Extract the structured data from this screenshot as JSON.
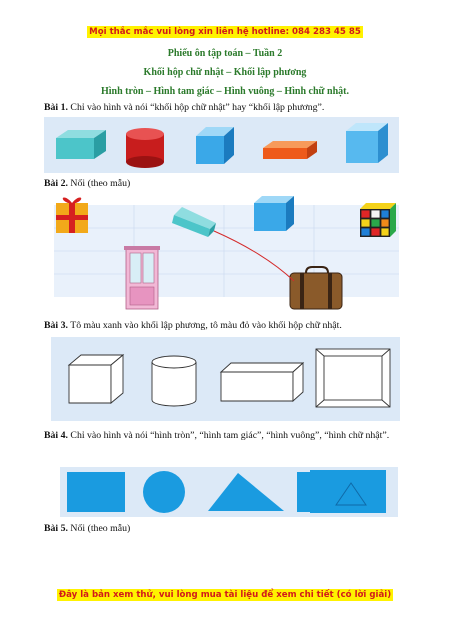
{
  "banner_top": "Mọi thắc mắc vui lòng xin liên hệ hotline: 084 283 45 85",
  "title": {
    "line1": "Phiếu ôn tập toán – Tuần 2",
    "line2": "Khối hộp chữ nhật – Khối lập phương",
    "line3": "Hình tròn – Hình tam giác – Hình vuông – Hình chữ nhật."
  },
  "exercises": [
    {
      "label": "Bài 1",
      "sep": ".",
      "text": " Chỉ vào hình và nói “khối hộp chữ nhật” hay “khối lập phương”."
    },
    {
      "label": "Bài 2",
      "sep": ".",
      "text": " Nối (theo mẫu)"
    },
    {
      "label": "Bài 3.",
      "sep": "",
      "text": " Tô màu xanh vào khối lập phương, tô màu đỏ vào khối hộp chữ nhật."
    },
    {
      "label": "Bài 4",
      "sep": ".",
      "text": " Chỉ vào hình và nói “hình tròn”, “hình tam giác”, “hình vuông”, “hình chữ nhật”."
    },
    {
      "label": "Bài 5",
      "sep": ".",
      "text": " Nối (theo mẫu)"
    }
  ],
  "banner_bottom": "Đây là bản xem thử, vui lòng mua tài liệu để xem chi tiết (có lời giải)",
  "colors": {
    "title_green": "#2b7a2b",
    "banner_red": "#d11a1a",
    "banner_yellow": "#fff200",
    "panel_blue": "#dce9f7",
    "shape_blue": "#1a9be0"
  }
}
